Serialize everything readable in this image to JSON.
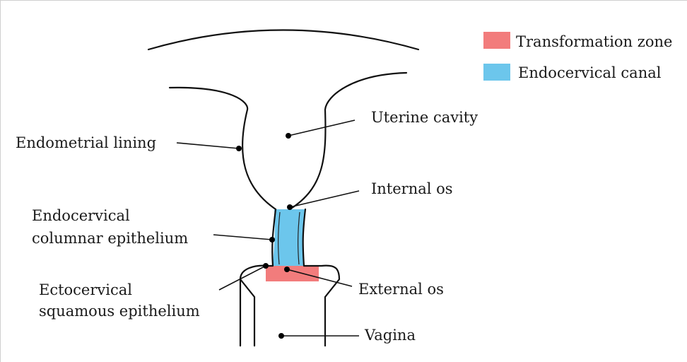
{
  "legend": {
    "transformation_zone": {
      "label": "Transformation zone",
      "color": "#F27C7C"
    },
    "endocervical_canal": {
      "label": "Endocervical canal",
      "color": "#6CC6EC"
    }
  },
  "labels": {
    "uterine_cavity": "Uterine cavity",
    "endometrial_lining": "Endometrial lining",
    "internal_os": "Internal os",
    "endocervical_line1": "Endocervical",
    "endocervical_line2": "columnar epithelium",
    "ectocervical_line1": "Ectocervical",
    "ectocervical_line2": "squamous epithelium",
    "external_os": "External os",
    "vagina": "Vagina"
  }
}
